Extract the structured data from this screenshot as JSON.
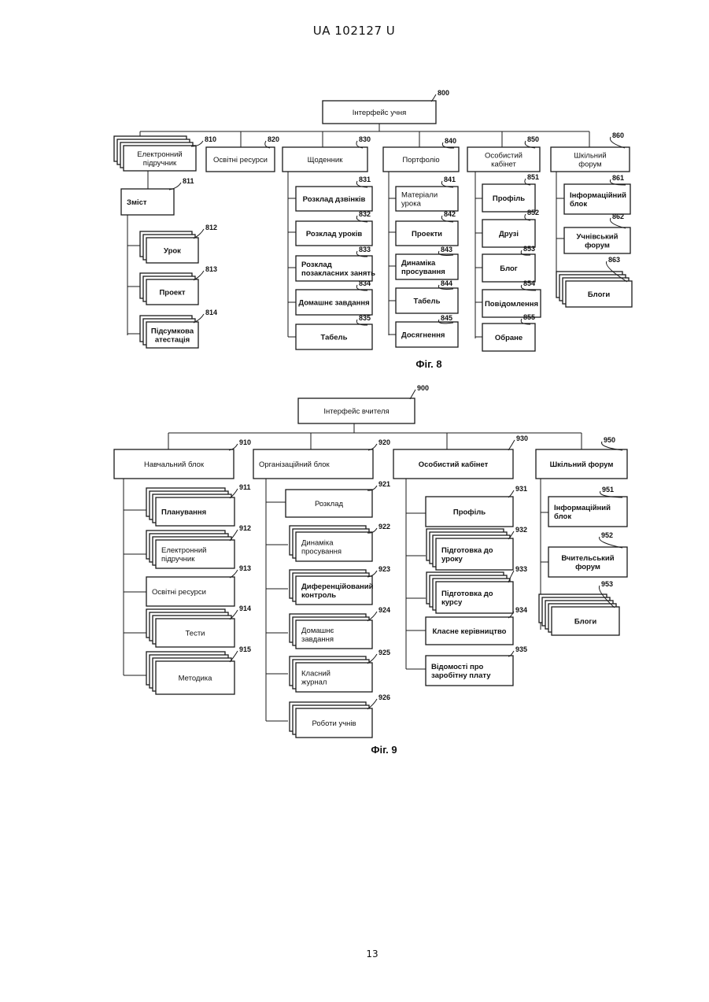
{
  "header": "UA   102127   U",
  "page_number": "13",
  "fig8": {
    "caption": "Фіг. 8",
    "root": {
      "label": "Інтерфейс учня",
      "ref": "800"
    },
    "col810": {
      "label": "Електронний\nпідручник",
      "ref": "810"
    },
    "col820": {
      "label": "Освітні ресурси",
      "ref": "820"
    },
    "col830": {
      "label": "Щоденник",
      "ref": "830"
    },
    "col840": {
      "label": "Портфоліо",
      "ref": "840"
    },
    "col850": {
      "label": "Особистий\nкабінет",
      "ref": "850"
    },
    "col860": {
      "label": "Шкільний\nфорум",
      "ref": "860"
    },
    "n811": {
      "label": "Зміст",
      "ref": "811"
    },
    "n812": {
      "label": "Урок",
      "ref": "812"
    },
    "n813": {
      "label": "Проект",
      "ref": "813"
    },
    "n814": {
      "label": "Підсумкова\nатестація",
      "ref": "814"
    },
    "n831": {
      "label": "Розклад дзвінків",
      "ref": "831"
    },
    "n832": {
      "label": "Розклад уроків",
      "ref": "832"
    },
    "n833": {
      "label": "Розклад\nпозакласних занять",
      "ref": "833"
    },
    "n834": {
      "label": "Домашнє завдання",
      "ref": "834"
    },
    "n835": {
      "label": "Табель",
      "ref": "835"
    },
    "n841": {
      "label": "Матеріали\nурока",
      "ref": "841"
    },
    "n842": {
      "label": "Проекти",
      "ref": "842"
    },
    "n843": {
      "label": "Динаміка\nпросування",
      "ref": "843"
    },
    "n844": {
      "label": "Табель",
      "ref": "844"
    },
    "n845": {
      "label": "Досягнення",
      "ref": "845"
    },
    "n851": {
      "label": "Профіль",
      "ref": "851"
    },
    "n852": {
      "label": "Друзі",
      "ref": "852"
    },
    "n853": {
      "label": "Блог",
      "ref": "853"
    },
    "n854": {
      "label": "Повідомлення",
      "ref": "854"
    },
    "n855": {
      "label": "Обране",
      "ref": "855"
    },
    "n861": {
      "label": "Інформаційний\nблок",
      "ref": "861"
    },
    "n862": {
      "label": "Учнівський\nфорум",
      "ref": "862"
    },
    "n863": {
      "label": "Блоги",
      "ref": "863"
    }
  },
  "fig9": {
    "caption": "Фіг. 9",
    "root": {
      "label": "Інтерфейс вчителя",
      "ref": "900"
    },
    "col910": {
      "label": "Навчальний блок",
      "ref": "910"
    },
    "col920": {
      "label": "Організаційний блок",
      "ref": "920"
    },
    "col930": {
      "label": "Особистий кабінет",
      "ref": "930"
    },
    "col950": {
      "label": "Шкільний форум",
      "ref": "950"
    },
    "n911": {
      "label": "Планування",
      "ref": "911"
    },
    "n912": {
      "label": "Електронний\nпідручник",
      "ref": "912"
    },
    "n913": {
      "label": "Освітні ресурси",
      "ref": "913"
    },
    "n914": {
      "label": "Тести",
      "ref": "914"
    },
    "n915": {
      "label": "Методика",
      "ref": "915"
    },
    "n921": {
      "label": "Розклад",
      "ref": "921"
    },
    "n922": {
      "label": "Динаміка\nпросування",
      "ref": "922"
    },
    "n923": {
      "label": "Диференційований\nконтроль",
      "ref": "923"
    },
    "n924": {
      "label": "Домашнє\nзавдання",
      "ref": "924"
    },
    "n925": {
      "label": "Класний\nжурнал",
      "ref": "925"
    },
    "n926": {
      "label": "Роботи учнів",
      "ref": "926"
    },
    "n931": {
      "label": "Профіль",
      "ref": "931"
    },
    "n932": {
      "label": "Підготовка до\nуроку",
      "ref": "932"
    },
    "n933": {
      "label": "Підготовка до\nкурсу",
      "ref": "933"
    },
    "n934": {
      "label": "Класне керівництво",
      "ref": "934"
    },
    "n935": {
      "label": "Відомості про\nзаробітну плату",
      "ref": "935"
    },
    "n951": {
      "label": "Інформаційний\nблок",
      "ref": "951"
    },
    "n952": {
      "label": "Вчительський\nфорум",
      "ref": "952"
    },
    "n953": {
      "label": "Блоги",
      "ref": "953"
    }
  }
}
